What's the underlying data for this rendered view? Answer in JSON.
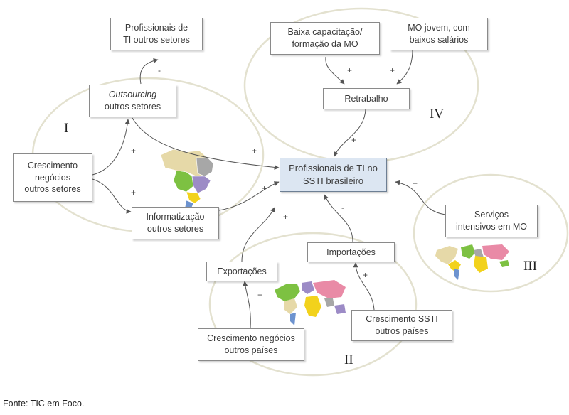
{
  "nodes": {
    "prof_ti_outros": {
      "lines": [
        "Profissionais de",
        "TI outros setores"
      ]
    },
    "outsourcing": {
      "lines": [
        "Outsourcing",
        "outros setores"
      ]
    },
    "crescimento_negocios": {
      "lines": [
        "Crescimento",
        "negócios",
        "outros setores"
      ]
    },
    "informatizacao": {
      "lines": [
        "Informatização",
        "outros setores"
      ]
    },
    "center": {
      "lines": [
        "Profissionais de TI no",
        "SSTI brasileiro"
      ]
    },
    "baixa_capacitacao": {
      "lines": [
        "Baixa capacitação/",
        "formação da MO"
      ]
    },
    "mo_jovem": {
      "lines": [
        "MO jovem, com",
        "baixos salários"
      ]
    },
    "retrabalho": {
      "lines": [
        "Retrabalho"
      ]
    },
    "servicos": {
      "lines": [
        "Serviços",
        "intensivos em MO"
      ]
    },
    "exportacoes": {
      "lines": [
        "Exportações"
      ]
    },
    "importacoes": {
      "lines": [
        "Importações"
      ]
    },
    "cresc_negocios_paises": {
      "lines": [
        "Crescimento negócios",
        "outros países"
      ]
    },
    "cresc_ssti_paises": {
      "lines": [
        "Crescimento SSTI",
        "outros países"
      ]
    }
  },
  "regions": {
    "I": "I",
    "II": "II",
    "III": "III",
    "IV": "IV"
  },
  "signs": {
    "outsourcing_to_prof": "-",
    "cresc_to_outsourcing": "+",
    "cresc_to_informatizacao": "+",
    "brazil_to_center": "+",
    "informatizacao_to_center": "+",
    "baixa_to_retrabalho": "+",
    "mojovem_to_retrabalho": "+",
    "retrabalho_to_center": "+",
    "servicos_to_center": "+",
    "exportacoes_to_center": "+",
    "importacoes_to_center": "-",
    "cresc_paises_to_exportacoes": "+",
    "cresc_ssti_to_importacoes": "+"
  },
  "colors": {
    "ellipse": "#e3e1cf",
    "arrow": "#555555",
    "center_fill": "#dce6f2",
    "map_blue": "#6d93cf",
    "map_green": "#7dc142",
    "map_yellow": "#f2d21c",
    "map_pink": "#e98aa6",
    "map_purple": "#9c8bc6",
    "map_tan": "#e6d9a8",
    "map_gray": "#a7a7a7"
  },
  "source": "Fonte: TIC em Foco."
}
